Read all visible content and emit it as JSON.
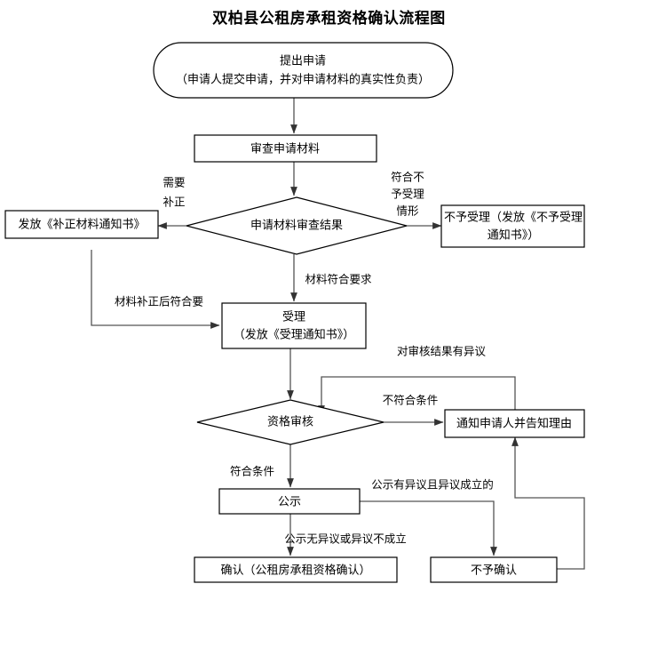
{
  "title": "双柏县公租房承租资格确认流程图",
  "chart_data": {
    "type": "diagram",
    "diagram_kind": "flowchart",
    "title": "双柏县公租房承租资格确认流程图",
    "orientation": "top-to-bottom",
    "nodes": [
      {
        "id": "apply",
        "shape": "stadium",
        "lines": [
          "提出申请",
          "（申请人提交申请，并对申请材料的真实性负责）"
        ]
      },
      {
        "id": "review",
        "shape": "rectangle",
        "lines": [
          "审查申请材料"
        ]
      },
      {
        "id": "decision1",
        "shape": "diamond",
        "lines": [
          "申请材料审查结果"
        ]
      },
      {
        "id": "supplement",
        "shape": "rectangle",
        "lines": [
          "发放《补正材料通知书》"
        ]
      },
      {
        "id": "reject",
        "shape": "rectangle",
        "lines": [
          "不予受理（发放《不予受理",
          "通知书》）"
        ]
      },
      {
        "id": "accept",
        "shape": "rectangle",
        "lines": [
          "受理",
          "（发放《受理通知书》）"
        ]
      },
      {
        "id": "decision2",
        "shape": "diamond",
        "lines": [
          "资格审核"
        ]
      },
      {
        "id": "notify",
        "shape": "rectangle",
        "lines": [
          "通知申请人并告知理由"
        ]
      },
      {
        "id": "publicity",
        "shape": "rectangle",
        "lines": [
          "公示"
        ]
      },
      {
        "id": "confirm",
        "shape": "rectangle",
        "lines": [
          "确认（公租房承租资格确认）"
        ]
      },
      {
        "id": "noconfirm",
        "shape": "rectangle",
        "lines": [
          "不予确认"
        ]
      }
    ],
    "edges": [
      {
        "from": "apply",
        "to": "review",
        "label": ""
      },
      {
        "from": "review",
        "to": "decision1",
        "label": ""
      },
      {
        "from": "decision1",
        "to": "supplement",
        "label": "需要补正"
      },
      {
        "from": "decision1",
        "to": "reject",
        "label": "符合不予受理情形"
      },
      {
        "from": "decision1",
        "to": "accept",
        "label": "材料符合要求"
      },
      {
        "from": "supplement",
        "to": "accept",
        "label": "材料补正后符合要"
      },
      {
        "from": "accept",
        "to": "decision2",
        "label": ""
      },
      {
        "from": "decision2",
        "to": "notify",
        "label": "不符合条件"
      },
      {
        "from": "notify",
        "to": "decision2",
        "label": "对审核结果有异议"
      },
      {
        "from": "decision2",
        "to": "publicity",
        "label": "符合条件"
      },
      {
        "from": "publicity",
        "to": "confirm",
        "label": "公示无异议或异议不成立"
      },
      {
        "from": "publicity",
        "to": "noconfirm",
        "label": "公示有异议且异议成立的"
      },
      {
        "from": "noconfirm",
        "to": "notify",
        "label": ""
      }
    ]
  },
  "nodes": {
    "apply_line1": "提出申请",
    "apply_line2": "（申请人提交申请，并对申请材料的真实性负责）",
    "review": "审查申请材料",
    "decision1": "申请材料审查结果",
    "supplement": "发放《补正材料通知书》",
    "reject_line1": "不予受理（发放《不予受理",
    "reject_line2": "通知书》）",
    "accept_line1": "受理",
    "accept_line2": "（发放《受理通知书》）",
    "decision2": "资格审核",
    "notify": "通知申请人并告知理由",
    "publicity": "公示",
    "confirm": "确认（公租房承租资格确认）",
    "noconfirm": "不予确认"
  },
  "labels": {
    "need_fix_line1": "需要",
    "need_fix_line2": "补正",
    "reject_cond_line1": "符合不",
    "reject_cond_line2": "予受理",
    "reject_cond_line3": "情形",
    "material_ok": "材料符合要求",
    "after_fix_ok": "材料补正后符合要",
    "objection_to_result": "对审核结果有异议",
    "not_qualified": "不符合条件",
    "qualified": "符合条件",
    "objection_valid": "公示有异议且异议成立的",
    "no_objection": "公示无异议或异议不成立"
  }
}
